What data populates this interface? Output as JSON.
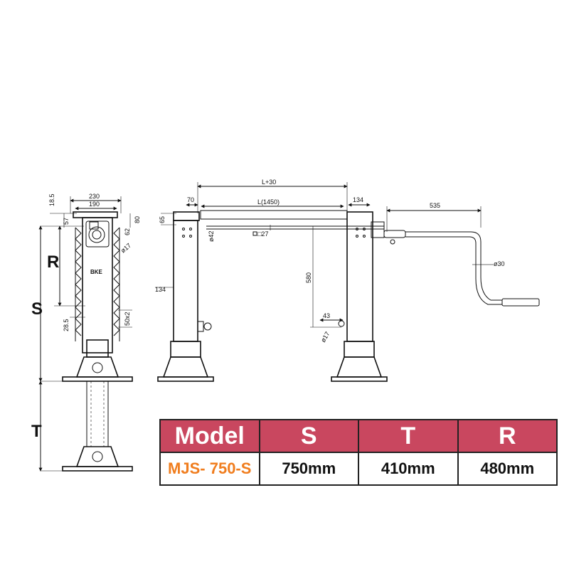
{
  "colors": {
    "header_bg": "#c9475f",
    "header_text": "#ffffff",
    "model_text": "#f07d1e",
    "line": "#111111"
  },
  "dimensions": {
    "front": {
      "d230": "230",
      "d190": "190",
      "d18_5": "18.5",
      "d57": "57",
      "d80": "80",
      "d62": "62",
      "phi17": "ø17",
      "d28_5": "28.5",
      "d50x2": "50x2",
      "brand": "BKE"
    },
    "side": {
      "l30": "L+30",
      "l1450": "L(1450)",
      "d70": "70",
      "d134a": "134",
      "d65": "65",
      "phi42": "ø42",
      "sq27": "□27",
      "d580": "580",
      "d134b": "134",
      "d43": "43",
      "phi17b": "ø17",
      "d535": "535",
      "phi30": "ø30"
    },
    "letters": {
      "r": "R",
      "s": "S",
      "t": "T"
    }
  },
  "spec_table": {
    "headers": [
      "Model",
      "S",
      "T",
      "R"
    ],
    "row": [
      "MJS- 750-S",
      "750mm",
      "410mm",
      "480mm"
    ]
  }
}
